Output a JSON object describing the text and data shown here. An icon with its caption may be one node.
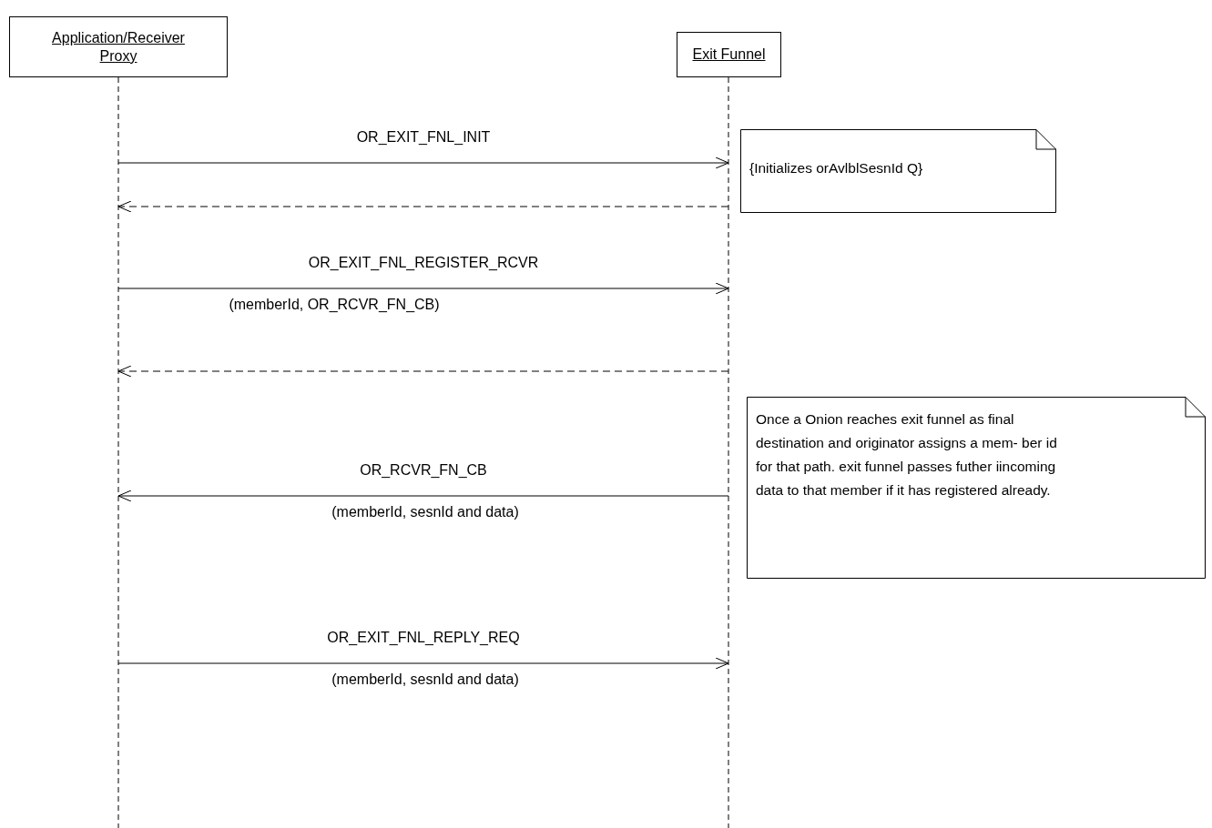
{
  "diagram": {
    "nodes": [
      {
        "text": [
          "Application/Receiver Proxy"
        ]
      },
      {
        "text": [
          "Exit Funnel"
        ]
      },
      {
        "text": [
          "{Initializes orAvlblSesnId Q}"
        ]
      },
      {
        "text": [
          "Once a Onion reaches exit funnel as final destination and originator assigns a mem- ber id for that path. exit funnel passes futher iincoming data to that member if it has registered already."
        ]
      }
    ],
    "edges": [
      {
        "from": 0,
        "to": 1,
        "arrow": "to",
        "label": "OR_EXIT_FNL_INIT"
      },
      {
        "from": 1,
        "to": 0,
        "arrow": "to",
        "style": "dashed"
      },
      {
        "from": 0,
        "to": 1,
        "arrow": "to",
        "label": "OR_EXIT_FNL_REGISTER_RCVR"
      },
      {
        "from": 1,
        "to": 0,
        "arrow": "to",
        "style": "dashed"
      },
      {
        "from": 1,
        "to": 0,
        "arrow": "to",
        "label": "OR_RCVR_FN_CB"
      },
      {
        "from": 0,
        "to": 1,
        "arrow": "to",
        "label": "OR_EXIT_FNL_REPLY_REQ"
      }
    ],
    "labels": [
      "(memberId, OR_RCVR_FN_CB)",
      "(memberId, sesnId and data)",
      "(memberId, sesnId and data)"
    ]
  }
}
